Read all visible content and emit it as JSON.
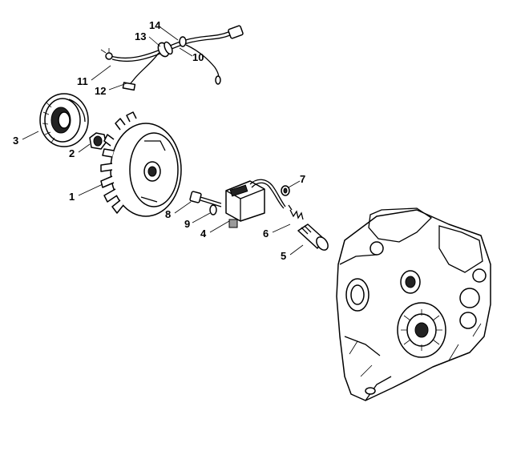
{
  "callouts": [
    {
      "id": "c1",
      "text": "1"
    },
    {
      "id": "c2",
      "text": "2"
    },
    {
      "id": "c3",
      "text": "3"
    },
    {
      "id": "c4",
      "text": "4"
    },
    {
      "id": "c5",
      "text": "5"
    },
    {
      "id": "c6",
      "text": "6"
    },
    {
      "id": "c7",
      "text": "7"
    },
    {
      "id": "c8",
      "text": "8"
    },
    {
      "id": "c9",
      "text": "9"
    },
    {
      "id": "c10",
      "text": "10"
    },
    {
      "id": "c11",
      "text": "11"
    },
    {
      "id": "c12",
      "text": "12"
    },
    {
      "id": "c13",
      "text": "13"
    },
    {
      "id": "c14",
      "text": "14"
    }
  ],
  "colors": {
    "line": "#000000",
    "background": "#ffffff",
    "shade": "#222222"
  },
  "parts": [
    "wiring-harness",
    "starter-pulley",
    "nut",
    "flywheel",
    "screw",
    "washer",
    "ignition-module",
    "spring",
    "spark-plug-boot",
    "crankcase"
  ]
}
